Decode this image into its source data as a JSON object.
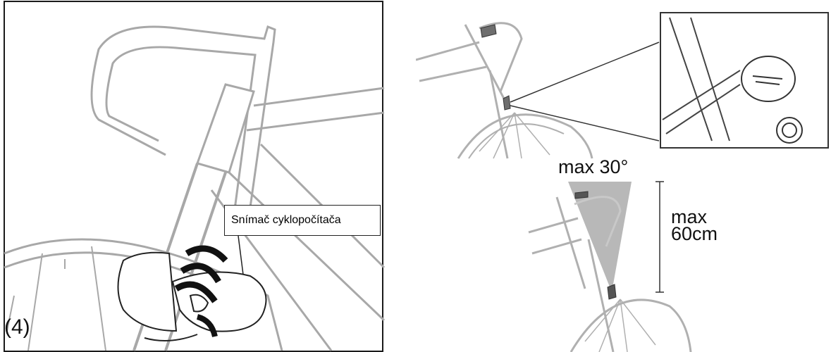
{
  "left_panel": {
    "step_label": "(4)",
    "sensor_callout": "Snímač cyklopočítača"
  },
  "range_diagram": {
    "angle_label": "max 30°",
    "distance_value_label": "max",
    "distance_unit_label": "60cm"
  },
  "colors": {
    "line": "#a8a8a8",
    "dark_line": "#222222",
    "cone_fill": "#b8b8b8",
    "sensor_fill": "#6e6e6e"
  }
}
